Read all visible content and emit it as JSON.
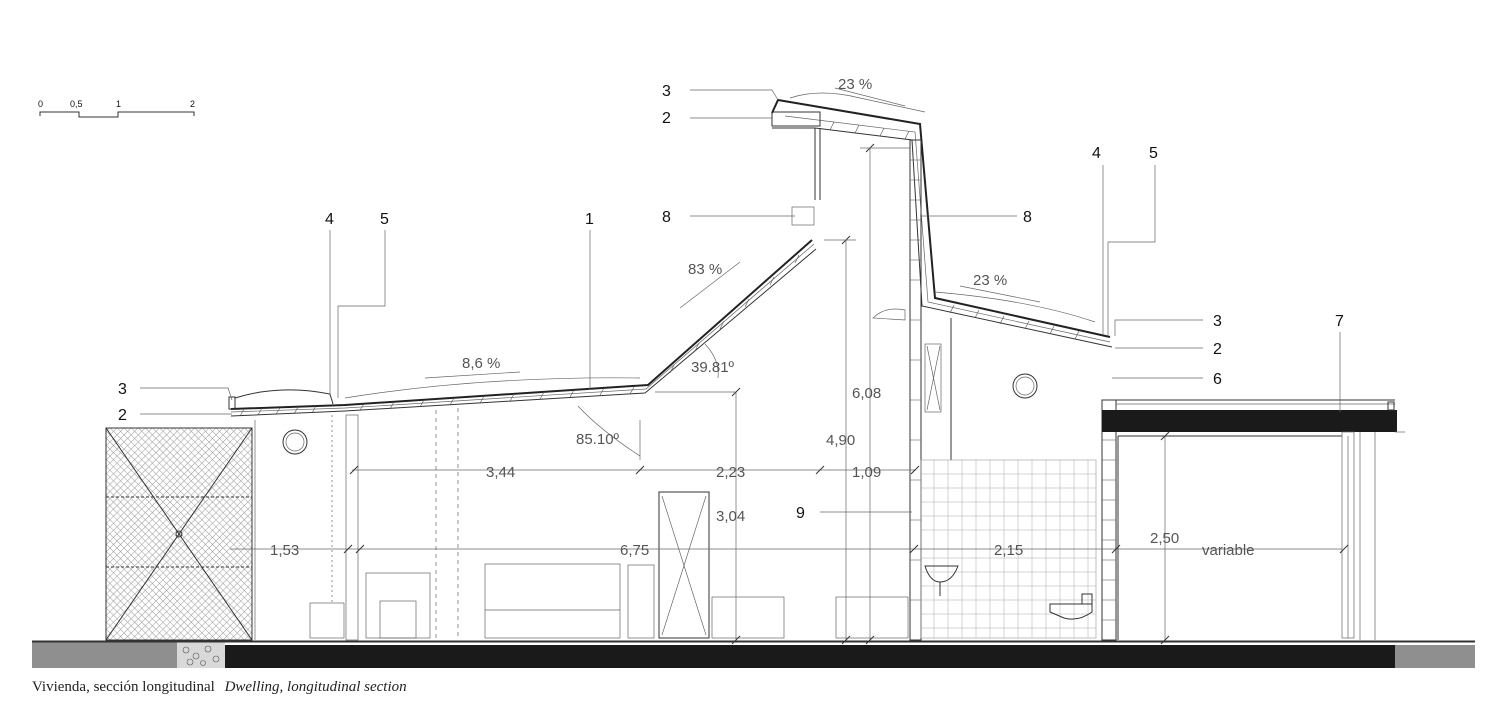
{
  "caption": {
    "es": "Vivienda, sección longitudinal",
    "en": "Dwelling, longitudinal section"
  },
  "scale_bar": {
    "labels": [
      "0",
      "0,5",
      "1",
      "2"
    ]
  },
  "slopes": {
    "left_roof": "8,6 %",
    "steep_roof": "83 %",
    "top_roof": "23 %",
    "right_roof": "23 %"
  },
  "angles": {
    "bend": "39.81º",
    "lower": "85.10º"
  },
  "dimensions": {
    "span_a": "3,44",
    "span_b": "2,23",
    "span_c": "1,09",
    "wall_left": "1,53",
    "total_length": "6,75",
    "bath_width": "2,15",
    "porch_width": "variable",
    "height_low": "3,04",
    "height_mid": "4,90",
    "height_top": "6,08",
    "height_porch": "2,50"
  },
  "callouts": {
    "left_3": "3",
    "left_2": "2",
    "left_4": "4",
    "left_5": "5",
    "mid_1": "1",
    "mid_8a": "8",
    "top_3": "3",
    "top_2": "2",
    "mid_8b": "8",
    "mid_9": "9",
    "right_4": "4",
    "right_5": "5",
    "right_3": "3",
    "right_2": "2",
    "right_6": "6",
    "right_7": "7"
  }
}
